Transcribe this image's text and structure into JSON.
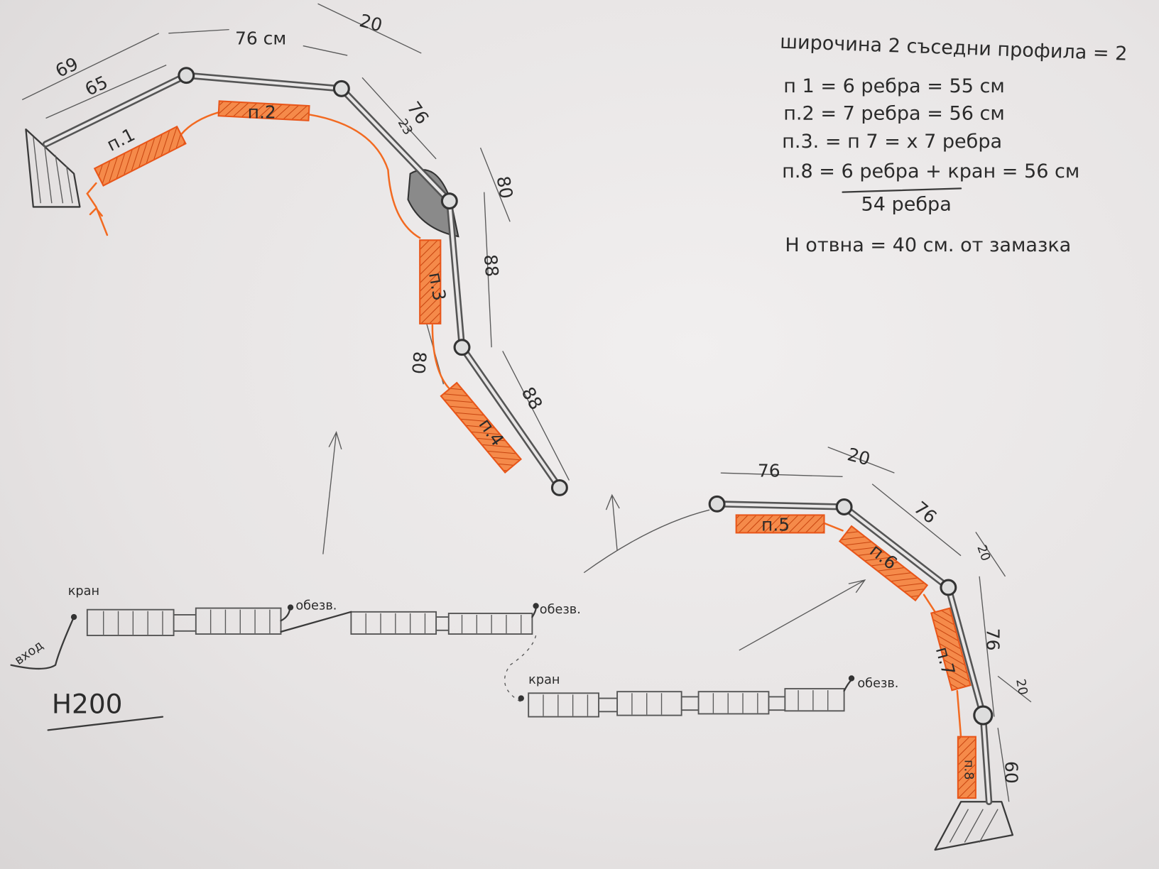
{
  "title_id": "Н200",
  "notes": {
    "width_line": "широчина 2 съседни профила = 2",
    "p1": "п 1 = 6 ребра = 55 см",
    "p2": "п.2 = 7 ребра = 56 см",
    "p37": "п.3. = п 7 = x 7 ребра",
    "p8": "п.8 = 6 ребра + кран = 56 см",
    "total": "54 ребра",
    "height": "Н отвна = 40 см. от замазка"
  },
  "radiators": [
    "п.1",
    "п.2",
    "п.3",
    "п.4",
    "п.5",
    "п.6",
    "п.7",
    "п.8"
  ],
  "dimensions_upper": [
    "69",
    "65",
    "76 см",
    "20",
    "76",
    "23",
    "80",
    "88",
    "80",
    "88"
  ],
  "dimensions_lower": [
    "76",
    "20",
    "76",
    "20",
    "76",
    "20",
    "60"
  ],
  "schematic": {
    "valve": "кран",
    "inlet": "вход",
    "vent1": "обезв.",
    "vent2": "обезв.",
    "valve2": "кран",
    "vent3": "обезв."
  },
  "colors": {
    "orange": "#f26a21",
    "pencil": "#3a3a3a"
  }
}
